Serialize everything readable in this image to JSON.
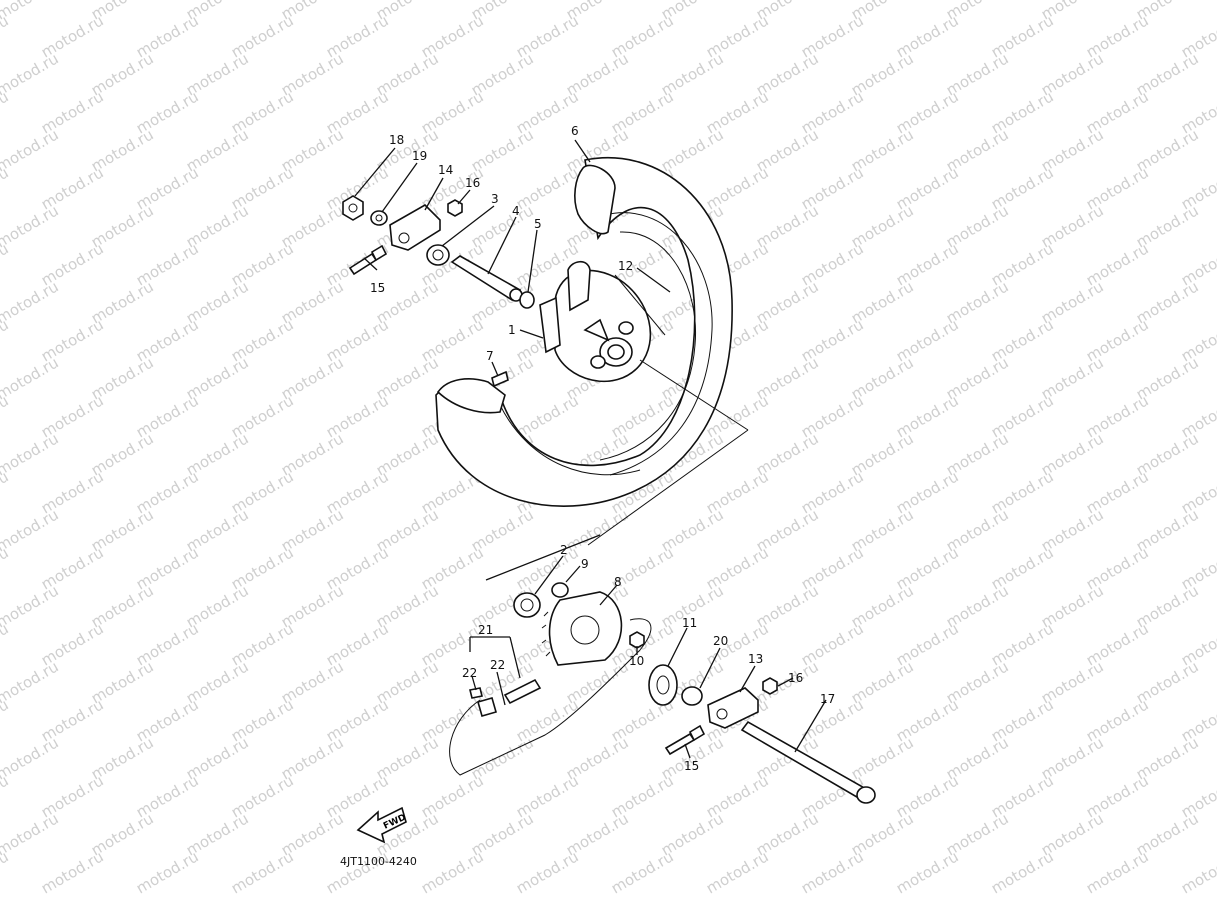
{
  "diagram": {
    "code": "4JT1100-4240",
    "fwd_label": "FWD",
    "watermark_text": "motod.ru",
    "callouts": {
      "c1": "1",
      "c2": "2",
      "c3": "3",
      "c4": "4",
      "c5": "5",
      "c6": "6",
      "c7": "7",
      "c8": "8",
      "c9": "9",
      "c10": "10",
      "c11": "11",
      "c12": "12",
      "c13": "13",
      "c14": "14",
      "c15a": "15",
      "c15b": "15",
      "c16a": "16",
      "c16b": "16",
      "c17": "17",
      "c18": "18",
      "c19": "19",
      "c20": "20",
      "c21": "21",
      "c22a": "22",
      "c22b": "22"
    },
    "colors": {
      "ink": "#111111",
      "paper": "#ffffff",
      "watermark": "#cfcfcf"
    }
  }
}
